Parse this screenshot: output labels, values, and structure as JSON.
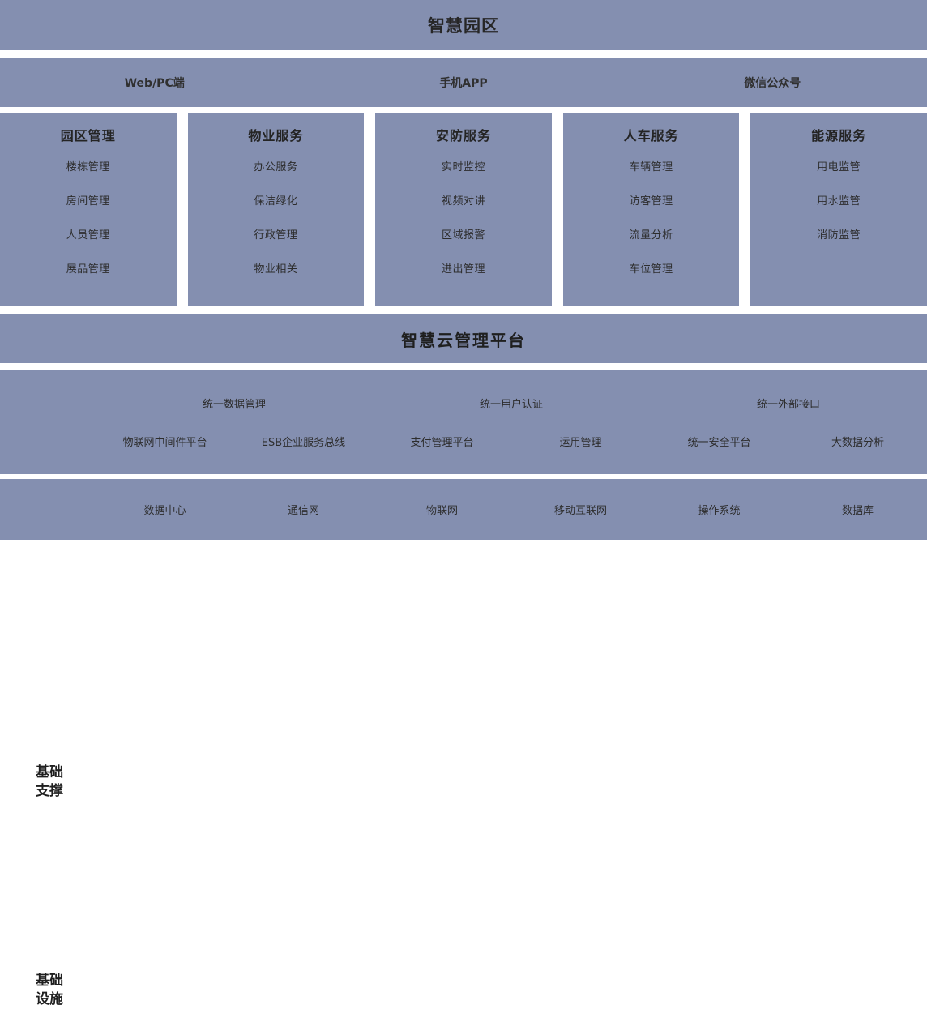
{
  "title": {
    "text": "智慧园区"
  },
  "channels": [
    {
      "label": "Web/PC端"
    },
    {
      "label": "手机APP"
    },
    {
      "label": "微信公众号"
    }
  ],
  "service_cards": [
    {
      "title": "园区管理",
      "items": [
        "楼栋管理",
        "房间管理",
        "人员管理",
        "展品管理"
      ]
    },
    {
      "title": "物业服务",
      "items": [
        "办公服务",
        "保洁绿化",
        "行政管理",
        "物业相关"
      ]
    },
    {
      "title": "安防服务",
      "items": [
        "实时监控",
        "视频对讲",
        "区域报警",
        "进出管理"
      ]
    },
    {
      "title": "人车服务",
      "items": [
        "车辆管理",
        "访客管理",
        "流量分析",
        "车位管理"
      ]
    },
    {
      "title": "能源服务",
      "items": [
        "用电监管",
        "用水监管",
        "消防监管"
      ]
    }
  ],
  "platform": {
    "text": "智慧云管理平台"
  },
  "support": {
    "label_line1": "基础",
    "label_line2": "支撑",
    "row1": [
      "统一数据管理",
      "统一用户认证",
      "统一外部接口"
    ],
    "row2": [
      "物联网中间件平台",
      "ESB企业服务总线",
      "支付管理平台",
      "运用管理",
      "统一安全平台",
      "大数据分析"
    ]
  },
  "infrastructure": {
    "label_line1": "基础",
    "label_line2": "设施",
    "items": [
      "数据中心",
      "通信网",
      "物联网",
      "移动互联网",
      "操作系统",
      "数据库"
    ]
  },
  "colors": {
    "band": "#848fb0",
    "page_background": "#ffffff",
    "text": "#2d2d2d"
  }
}
